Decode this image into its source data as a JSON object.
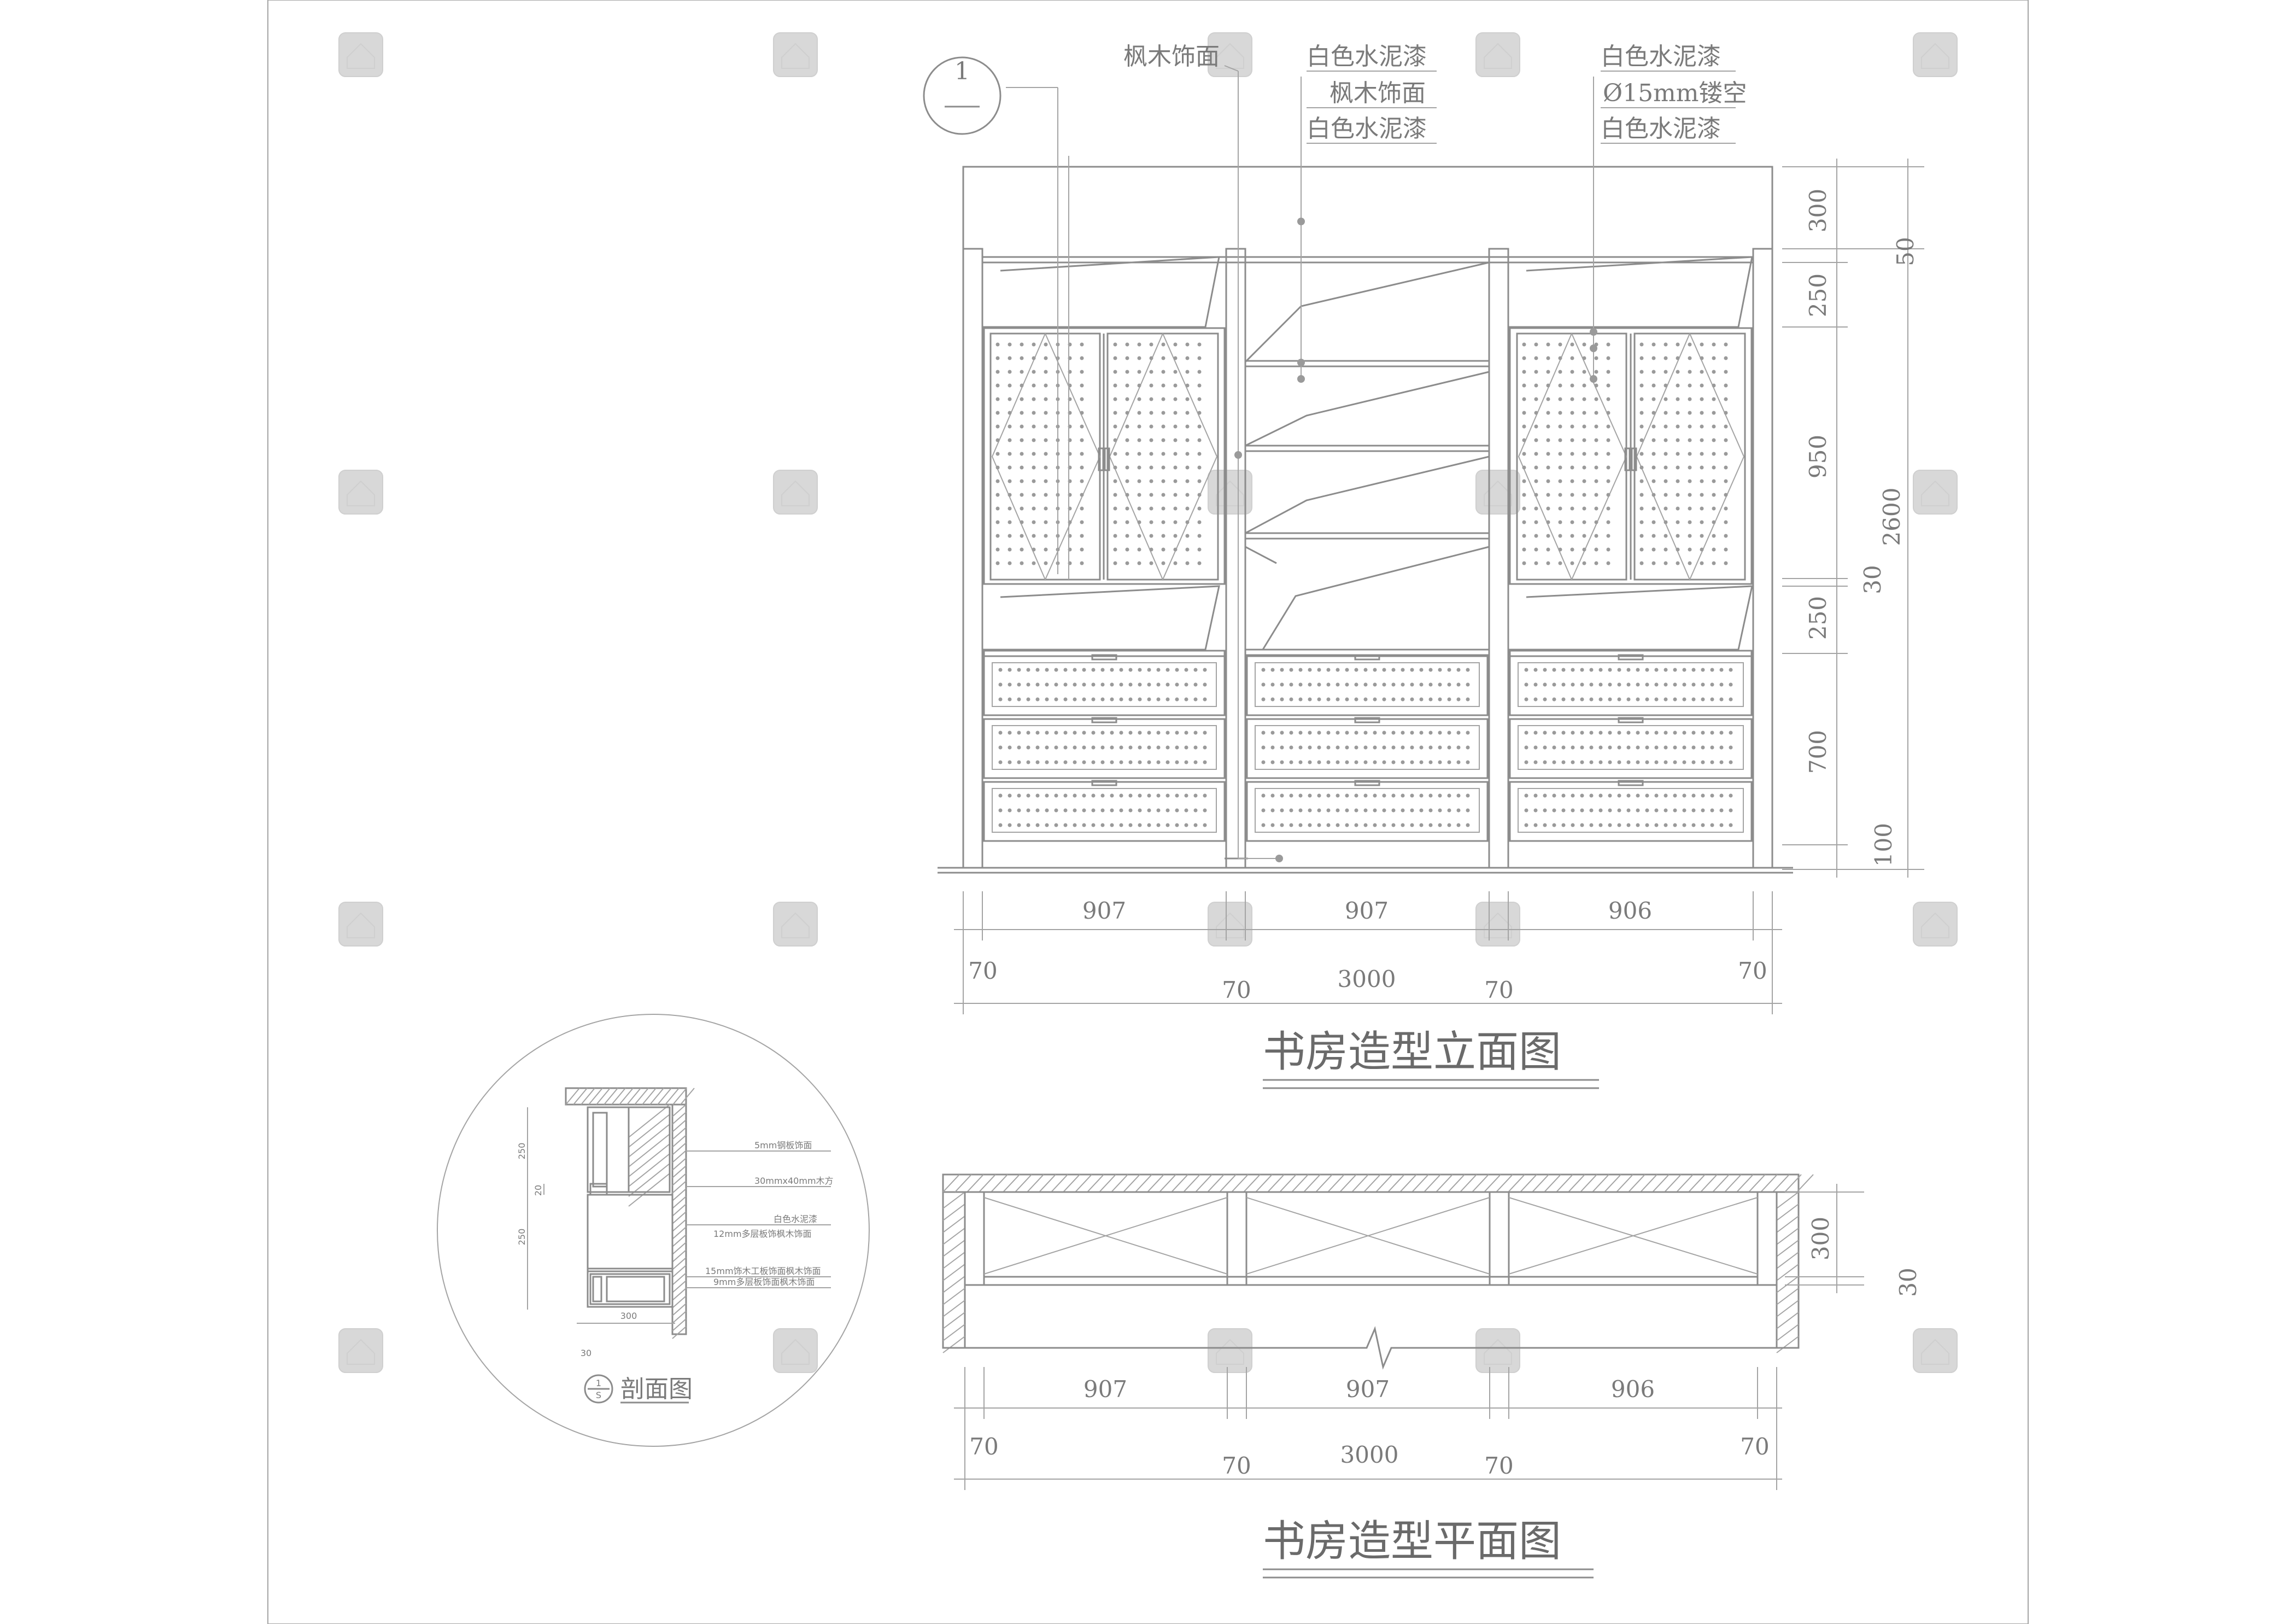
{
  "elevation": {
    "title": "书房造型立面图",
    "material_labels": {
      "left": [
        "枫木饰面"
      ],
      "center": [
        "白色水泥漆",
        "枫木饰面",
        "白色水泥漆"
      ],
      "right": [
        "白色水泥漆",
        "Ø15mm镂空",
        "白色水泥漆"
      ]
    },
    "callout_number": "1",
    "vertical_dims": [
      "300",
      "250",
      "950",
      "30",
      "250",
      "700",
      "100"
    ],
    "vertical_dims_outer": [
      "50",
      "2600"
    ],
    "horizontal_dims_top": [
      "907",
      "907",
      "906"
    ],
    "horizontal_dims_bottom": [
      "70",
      "70",
      "3000",
      "70",
      "70"
    ]
  },
  "plan": {
    "title": "书房造型平面图",
    "vertical_dims": [
      "300",
      "30"
    ],
    "horizontal_dims_top": [
      "907",
      "907",
      "906"
    ],
    "horizontal_dims_bottom": [
      "70",
      "70",
      "3000",
      "70",
      "70"
    ]
  },
  "section": {
    "title": "剖面图",
    "symbol_top": "1",
    "symbol_bottom": "S",
    "notes": [
      "5mm钢板饰面",
      "30mmx40mm木方",
      "白色水泥漆",
      "12mm多层板饰枫木饰面",
      "15mm饰木工板饰面枫木饰面",
      "9mm多层板饰面枫木饰面"
    ],
    "dims_vertical": [
      "250",
      "20",
      "250"
    ],
    "dims_horizontal": [
      "300",
      "30"
    ]
  }
}
